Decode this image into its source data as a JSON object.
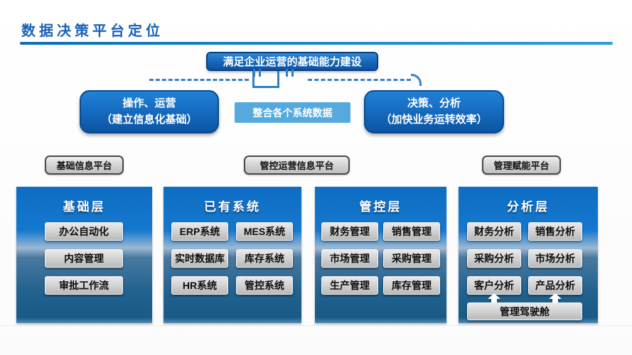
{
  "title": "数据决策平台定位",
  "banner": {
    "label": "满足企业运营的基础能力建设"
  },
  "flow": {
    "left": {
      "line1": "操作、运营",
      "line2": "（建立信息化基础）"
    },
    "center": {
      "label": "整合各个系统数据"
    },
    "right": {
      "line1": "决策、分析",
      "line2": "（加快业务运转效率）"
    }
  },
  "platforms": [
    "基础信息平台",
    "管控运营信息平台",
    "管理赋能平台"
  ],
  "columns": [
    {
      "header": "基础层",
      "items": [
        "办公自动化",
        "内容管理",
        "审批工作流"
      ]
    },
    {
      "header": "已有系统",
      "items": [
        "ERP系统",
        "MES系统",
        "实时数据库",
        "库存系统",
        "HR系统",
        "管控系统"
      ]
    },
    {
      "header": "管控层",
      "items": [
        "财务管理",
        "销售管理",
        "市场管理",
        "采购管理",
        "生产管理",
        "库存管理"
      ]
    },
    {
      "header": "分析层",
      "items": [
        "财务分析",
        "销售分析",
        "采购分析",
        "市场分析",
        "客户分析",
        "产品分析"
      ],
      "footer": "管理驾驶舱"
    }
  ],
  "colors": {
    "accent_blue": "#1b62b5",
    "deep_box_blue": "#0f54a4",
    "light_box_blue": "#55a9dc",
    "column_blue_top": "#1478ce",
    "column_blue_bottom": "#1b5a85",
    "chip_gray": "#d2d2d2"
  }
}
